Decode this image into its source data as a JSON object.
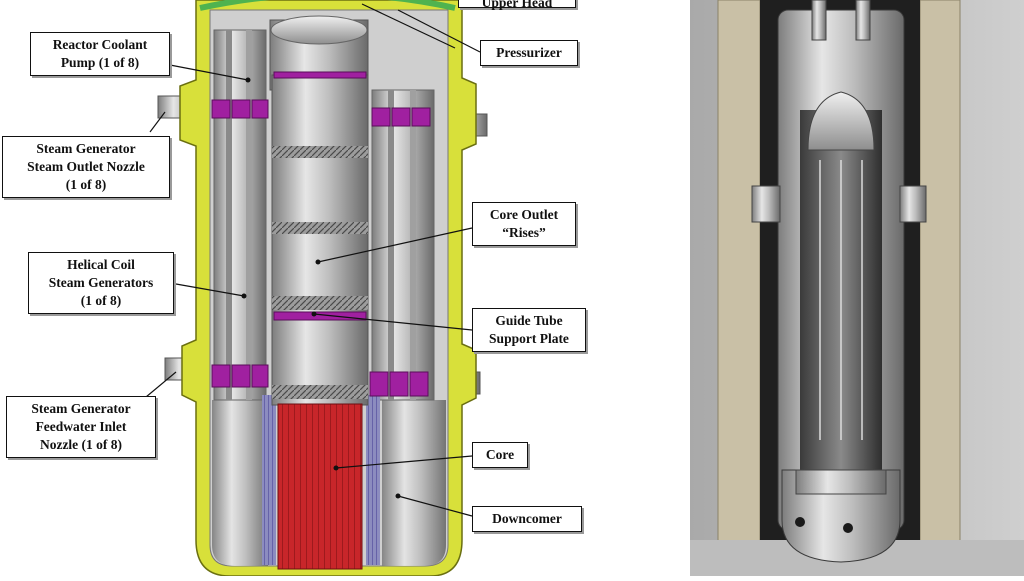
{
  "callouts": {
    "top_cutoff": "Upper Head",
    "pressurizer": "Pressurizer",
    "coolant_pump": [
      "Reactor Coolant",
      "Pump (1 of 8)"
    ],
    "sg_outlet": [
      "Steam Generator",
      "Steam Outlet Nozzle",
      "(1 of 8)"
    ],
    "core_outlet": [
      "Core Outlet",
      "“Rises”"
    ],
    "helical_sg": [
      "Helical Coil",
      "Steam Generators",
      "(1 of 8)"
    ],
    "guide_tube": [
      "Guide Tube",
      "Support Plate"
    ],
    "sg_inlet": [
      "Steam Generator",
      "Feedwater Inlet",
      "Nozzle (1 of 8)"
    ],
    "core": "Core",
    "downcomer": "Downcomer"
  },
  "colors": {
    "vessel_shell": "#d8e03a",
    "vessel_inner": "#b9c22a",
    "support_plate": "#a020a0",
    "core": "#c8262a",
    "tube": "#6b5bb5",
    "steel": "#b8b8b8",
    "containment": "#c9c0a6"
  }
}
